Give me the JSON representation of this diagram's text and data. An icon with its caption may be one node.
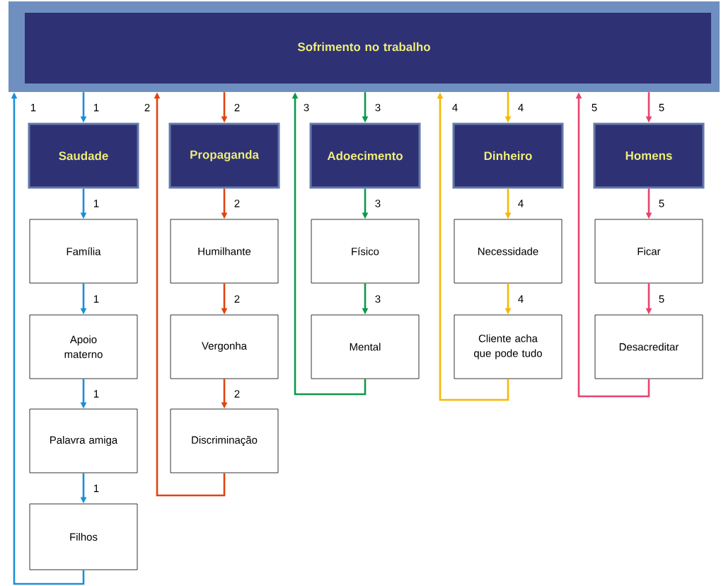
{
  "diagram": {
    "nodes": [
      {
        "text": [
          "Sofrimento no trabalho"
        ]
      },
      {
        "text": [
          "Saudade"
        ]
      },
      {
        "text": [
          "Propaganda"
        ]
      },
      {
        "text": [
          "Adoecimento"
        ]
      },
      {
        "text": [
          "Dinheiro"
        ]
      },
      {
        "text": [
          "Homens"
        ]
      },
      {
        "text": [
          "Família"
        ]
      },
      {
        "text": [
          "Apoio materno"
        ]
      },
      {
        "text": [
          "Palavra amiga"
        ]
      },
      {
        "text": [
          "Filhos"
        ]
      },
      {
        "text": [
          "Humilhante"
        ]
      },
      {
        "text": [
          "Vergonha"
        ]
      },
      {
        "text": [
          "Discriminação"
        ]
      },
      {
        "text": [
          "Físico"
        ]
      },
      {
        "text": [
          "Mental"
        ]
      },
      {
        "text": [
          "Necessidade"
        ]
      },
      {
        "text": [
          "Cliente acha que pode tudo"
        ]
      },
      {
        "text": [
          "Ficar"
        ]
      },
      {
        "text": [
          "Desacreditar"
        ]
      }
    ],
    "edges": [
      {
        "from": 0,
        "to": 1,
        "arrow": "to",
        "label": "1",
        "color": "#1a8fd6"
      },
      {
        "from": 1,
        "to": 6,
        "arrow": "to",
        "label": "1",
        "color": "#1a8fd6"
      },
      {
        "from": 6,
        "to": 7,
        "arrow": "to",
        "label": "1",
        "color": "#1a8fd6"
      },
      {
        "from": 7,
        "to": 8,
        "arrow": "to",
        "label": "1",
        "color": "#1a8fd6"
      },
      {
        "from": 8,
        "to": 9,
        "arrow": "to",
        "label": "1",
        "color": "#1a8fd6"
      },
      {
        "from": 9,
        "to": 0,
        "arrow": "to",
        "label": "1",
        "color": "#1a8fd6"
      },
      {
        "from": 0,
        "to": 2,
        "arrow": "to",
        "label": "2",
        "color": "#e0440e"
      },
      {
        "from": 2,
        "to": 10,
        "arrow": "to",
        "label": "2",
        "color": "#e0440e"
      },
      {
        "from": 10,
        "to": 11,
        "arrow": "to",
        "label": "2",
        "color": "#e0440e"
      },
      {
        "from": 11,
        "to": 12,
        "arrow": "to",
        "label": "2",
        "color": "#e0440e"
      },
      {
        "from": 12,
        "to": 0,
        "arrow": "to",
        "label": "2",
        "color": "#e0440e"
      },
      {
        "from": 0,
        "to": 3,
        "arrow": "to",
        "label": "3",
        "color": "#0a9a48"
      },
      {
        "from": 3,
        "to": 13,
        "arrow": "to",
        "label": "3",
        "color": "#0a9a48"
      },
      {
        "from": 13,
        "to": 14,
        "arrow": "to",
        "label": "3",
        "color": "#0a9a48"
      },
      {
        "from": 14,
        "to": 0,
        "arrow": "to",
        "label": "3",
        "color": "#0a9a48"
      },
      {
        "from": 0,
        "to": 4,
        "arrow": "to",
        "label": "4",
        "color": "#f5b800"
      },
      {
        "from": 4,
        "to": 15,
        "arrow": "to",
        "label": "4",
        "color": "#f5b800"
      },
      {
        "from": 15,
        "to": 16,
        "arrow": "to",
        "label": "4",
        "color": "#f5b800"
      },
      {
        "from": 16,
        "to": 0,
        "arrow": "to",
        "label": "4",
        "color": "#f5b800"
      },
      {
        "from": 0,
        "to": 5,
        "arrow": "to",
        "label": "5",
        "color": "#e8436e"
      },
      {
        "from": 5,
        "to": 17,
        "arrow": "to",
        "label": "5",
        "color": "#e8436e"
      },
      {
        "from": 17,
        "to": 18,
        "arrow": "to",
        "label": "5",
        "color": "#e8436e"
      },
      {
        "from": 18,
        "to": 0,
        "arrow": "to",
        "label": "5",
        "color": "#e8436e"
      }
    ]
  }
}
